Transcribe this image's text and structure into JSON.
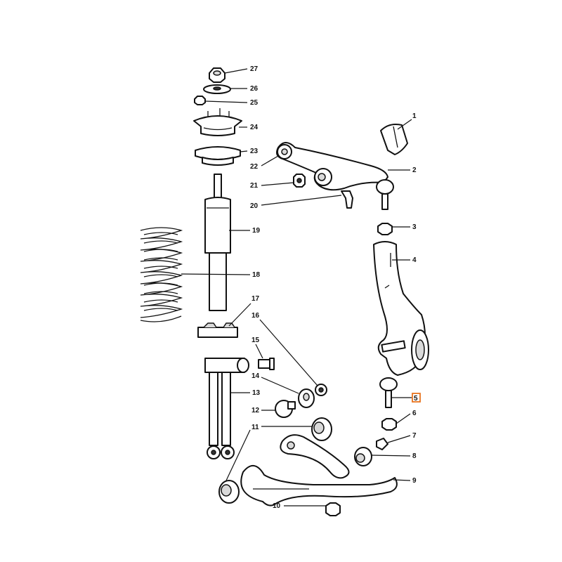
{
  "callouts": {
    "c1": "1",
    "c2": "2",
    "c3": "3",
    "c4": "4",
    "c6": "6",
    "c7": "7",
    "c8": "8",
    "c9": "9",
    "c10": "10",
    "c11": "11",
    "c12": "12",
    "c13": "13",
    "c14": "14",
    "c15": "15",
    "c16": "16",
    "c17": "17",
    "c18": "18",
    "c19": "19",
    "c20": "20",
    "c21": "21",
    "c22": "22",
    "c23": "23",
    "c24": "24",
    "c25": "25",
    "c26": "26",
    "c27": "27"
  },
  "highlight": {
    "label": "5",
    "color": "#e8731e"
  }
}
